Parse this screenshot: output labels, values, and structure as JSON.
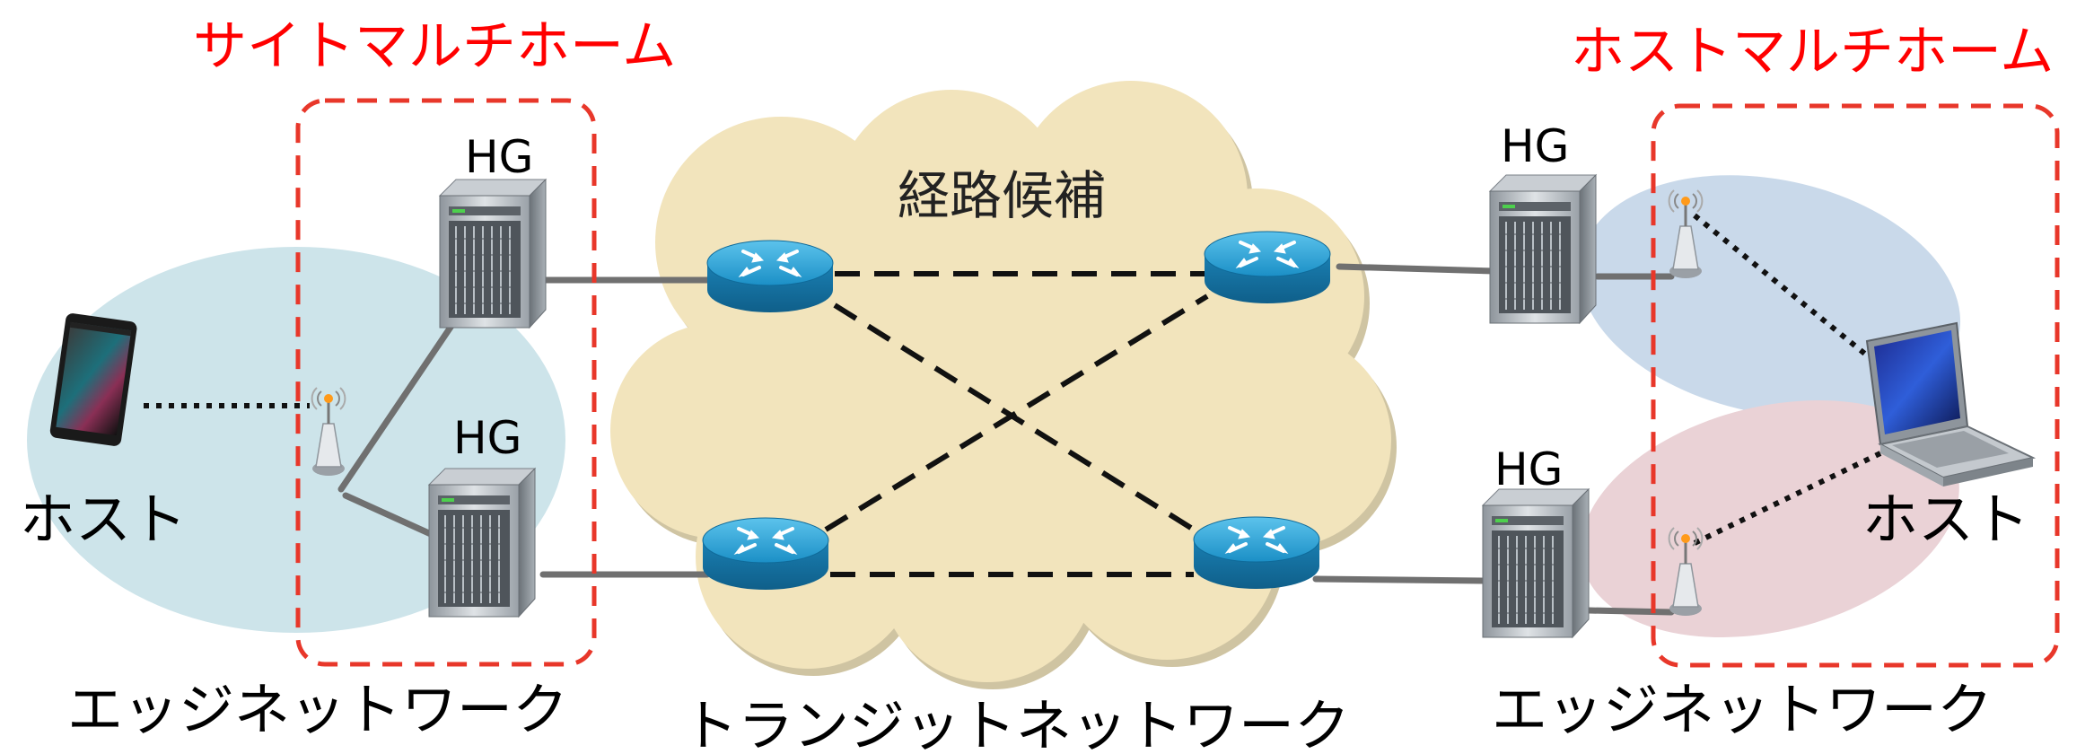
{
  "labels": {
    "site_multihome": "サイトマルチホーム",
    "host_multihome": "ホストマルチホーム",
    "path_candidates": "経路候補",
    "hg_left_top": "HG",
    "hg_left_bottom": "HG",
    "hg_right_top": "HG",
    "hg_right_bottom": "HG",
    "host_left": "ホスト",
    "host_right": "ホスト",
    "edge_network_left": "エッジネットワーク",
    "transit_network": "トランジットネットワーク",
    "edge_network_right": "エッジネットワーク"
  },
  "colors": {
    "multihome_label": "#ff0000",
    "dashed_box": "#e8372a",
    "cloud": "#f2e4bc",
    "left_ellipse": "#cde4ea",
    "right_top_ellipse": "#c9d9ea",
    "right_bottom_ellipse": "#ead2d6",
    "router": "#2a9fd0",
    "link": "#707070"
  },
  "icons": {
    "server": "server-icon",
    "router": "router-icon",
    "access_point": "wireless-access-point-icon",
    "tablet": "tablet-icon",
    "laptop": "laptop-icon"
  }
}
